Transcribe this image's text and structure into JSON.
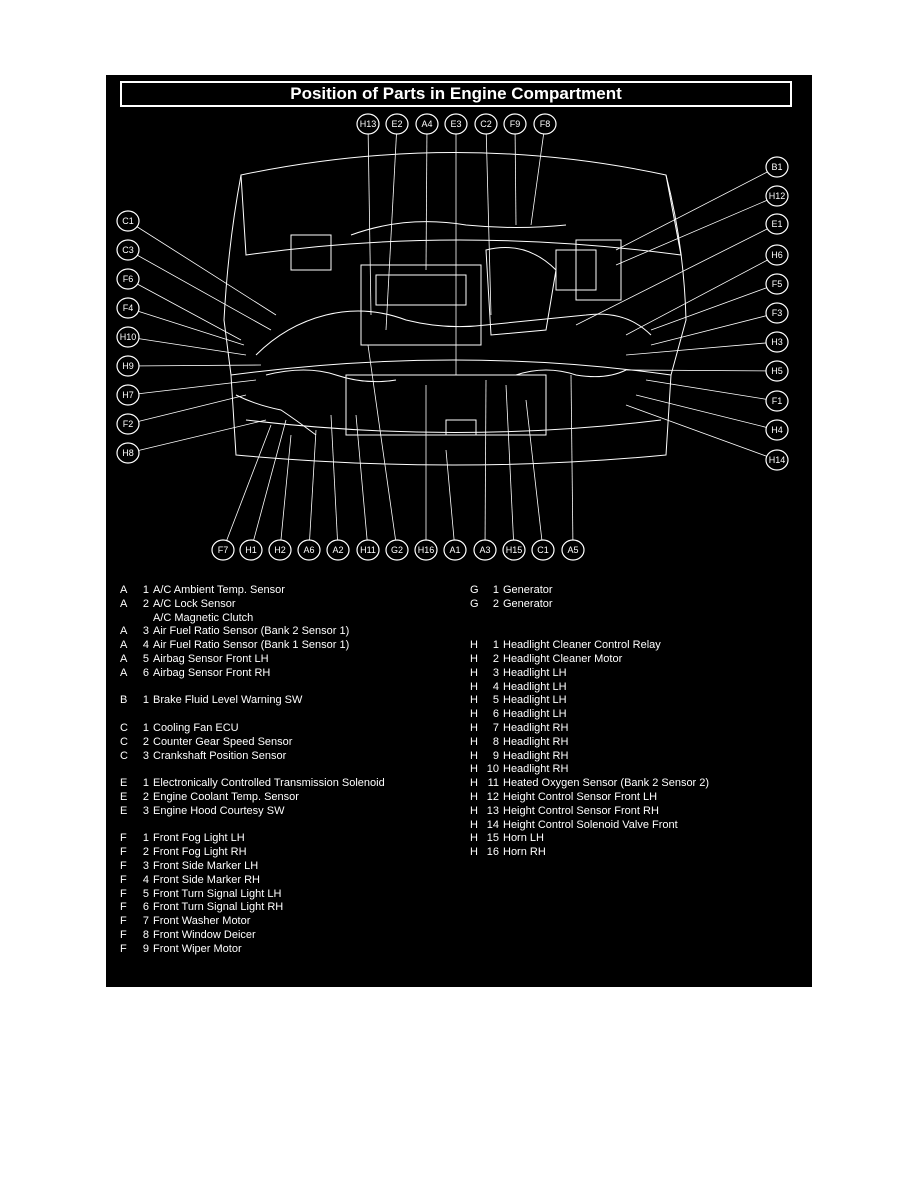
{
  "title": "Position of Parts in Engine Compartment",
  "labels": [
    "H13",
    "E2",
    "A4",
    "E3",
    "C2",
    "F9",
    "F8",
    "B1",
    "H12",
    "E1",
    "H6",
    "F5",
    "F3",
    "H3",
    "H5",
    "F1",
    "H4",
    "H14",
    "C1",
    "C3",
    "F6",
    "F4",
    "H10",
    "H9",
    "H7",
    "F2",
    "H8",
    "F7",
    "H1",
    "H2",
    "A6",
    "A2",
    "H11",
    "G2",
    "H16",
    "A1",
    "A3",
    "H15",
    "C1",
    "A5"
  ],
  "legend_left": [
    {
      "l": "A",
      "n": "1",
      "t": "A/C Ambient Temp. Sensor"
    },
    {
      "l": "A",
      "n": "2",
      "t": "A/C Lock Sensor"
    },
    {
      "l": "",
      "n": "",
      "t": "A/C Magnetic Clutch"
    },
    {
      "l": "A",
      "n": "3",
      "t": "Air Fuel Ratio Sensor (Bank 2 Sensor 1)"
    },
    {
      "l": "A",
      "n": "4",
      "t": "Air Fuel Ratio Sensor (Bank 1 Sensor 1)"
    },
    {
      "l": "A",
      "n": "5",
      "t": "Airbag Sensor Front LH"
    },
    {
      "l": "A",
      "n": "6",
      "t": "Airbag Sensor Front RH"
    },
    {
      "gap": true
    },
    {
      "l": "B",
      "n": "1",
      "t": "Brake Fluid Level Warning SW"
    },
    {
      "gap": true
    },
    {
      "l": "C",
      "n": "1",
      "t": "Cooling Fan ECU"
    },
    {
      "l": "C",
      "n": "2",
      "t": "Counter Gear Speed Sensor"
    },
    {
      "l": "C",
      "n": "3",
      "t": "Crankshaft Position Sensor"
    },
    {
      "gap": true
    },
    {
      "l": "E",
      "n": "1",
      "t": "Electronically Controlled Transmission Solenoid"
    },
    {
      "l": "E",
      "n": "2",
      "t": "Engine Coolant Temp. Sensor"
    },
    {
      "l": "E",
      "n": "3",
      "t": "Engine Hood Courtesy SW"
    },
    {
      "gap": true
    },
    {
      "l": "F",
      "n": "1",
      "t": "Front Fog Light LH"
    },
    {
      "l": "F",
      "n": "2",
      "t": "Front Fog Light RH"
    },
    {
      "l": "F",
      "n": "3",
      "t": "Front Side Marker LH"
    },
    {
      "l": "F",
      "n": "4",
      "t": "Front Side Marker RH"
    },
    {
      "l": "F",
      "n": "5",
      "t": "Front Turn Signal Light LH"
    },
    {
      "l": "F",
      "n": "6",
      "t": "Front Turn Signal Light RH"
    },
    {
      "l": "F",
      "n": "7",
      "t": "Front Washer Motor"
    },
    {
      "l": "F",
      "n": "8",
      "t": "Front Window Deicer"
    },
    {
      "l": "F",
      "n": "9",
      "t": "Front Wiper Motor"
    }
  ],
  "legend_right": [
    {
      "l": "G",
      "n": "1",
      "t": "Generator"
    },
    {
      "l": "G",
      "n": "2",
      "t": "Generator"
    },
    {
      "gap": true
    },
    {
      "gap": true
    },
    {
      "l": "H",
      "n": "1",
      "t": "Headlight Cleaner Control Relay"
    },
    {
      "l": "H",
      "n": "2",
      "t": "Headlight Cleaner Motor"
    },
    {
      "l": "H",
      "n": "3",
      "t": "Headlight LH"
    },
    {
      "l": "H",
      "n": "4",
      "t": "Headlight LH"
    },
    {
      "l": "H",
      "n": "5",
      "t": "Headlight LH"
    },
    {
      "l": "H",
      "n": "6",
      "t": "Headlight LH"
    },
    {
      "l": "H",
      "n": "7",
      "t": "Headlight RH"
    },
    {
      "l": "H",
      "n": "8",
      "t": "Headlight RH"
    },
    {
      "l": "H",
      "n": "9",
      "t": "Headlight RH"
    },
    {
      "l": "H",
      "n": "10",
      "t": "Headlight RH"
    },
    {
      "l": "H",
      "n": "11",
      "t": "Heated Oxygen Sensor (Bank 2 Sensor 2)"
    },
    {
      "l": "H",
      "n": "12",
      "t": "Height Control Sensor Front LH"
    },
    {
      "l": "H",
      "n": "13",
      "t": "Height Control Sensor Front RH"
    },
    {
      "l": "H",
      "n": "14",
      "t": "Height Control Solenoid Valve Front"
    },
    {
      "l": "H",
      "n": "15",
      "t": "Horn LH"
    },
    {
      "l": "H",
      "n": "16",
      "t": "Horn RH"
    }
  ]
}
